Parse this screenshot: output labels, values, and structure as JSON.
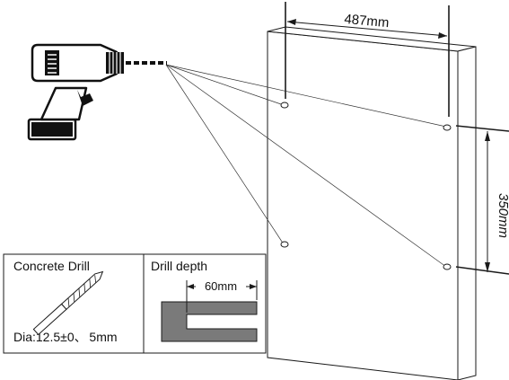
{
  "dimensions": {
    "width_label": "487mm",
    "height_label": "350mm"
  },
  "inset": {
    "drill_title": "Concrete Drill",
    "drill_dia": "Dia:12.5±0、 5mm",
    "depth_title": "Drill depth",
    "depth_value": "60mm"
  },
  "colors": {
    "line": "#1a1a1a",
    "panel_fill": "#ffffff",
    "depth_fill": "#7a7a7a"
  },
  "icons": [
    "power-drill-icon",
    "concrete-drill-bit-icon",
    "drill-depth-icon"
  ]
}
